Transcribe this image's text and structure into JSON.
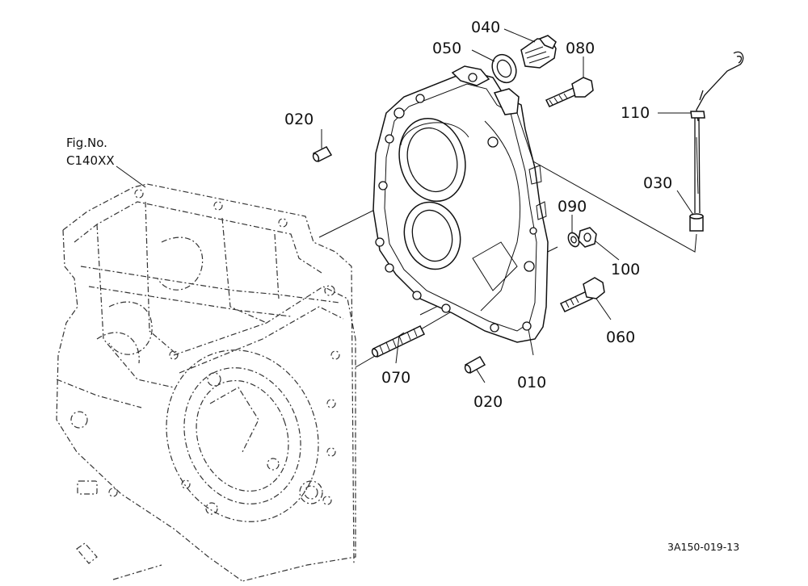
{
  "figure_ref": {
    "line1": "Fig.No.",
    "line2": "C140XX"
  },
  "callouts": {
    "p040": "040",
    "p050": "050",
    "p080": "080",
    "p020_top": "020",
    "p110": "110",
    "p030": "030",
    "p090": "090",
    "p100": "100",
    "p060": "060",
    "p070": "070",
    "p010": "010",
    "p020_bottom": "020"
  },
  "drawing_code": "3A150-019-13",
  "icons": [
    "transmission-case-icon",
    "cover-plate-icon",
    "dipstick-icon",
    "plug-icon",
    "seal-icon",
    "bolt-icon",
    "stud-icon",
    "pin-icon",
    "nut-icon",
    "washer-icon"
  ],
  "colors": {
    "line": "#111111",
    "background": "#ffffff"
  }
}
